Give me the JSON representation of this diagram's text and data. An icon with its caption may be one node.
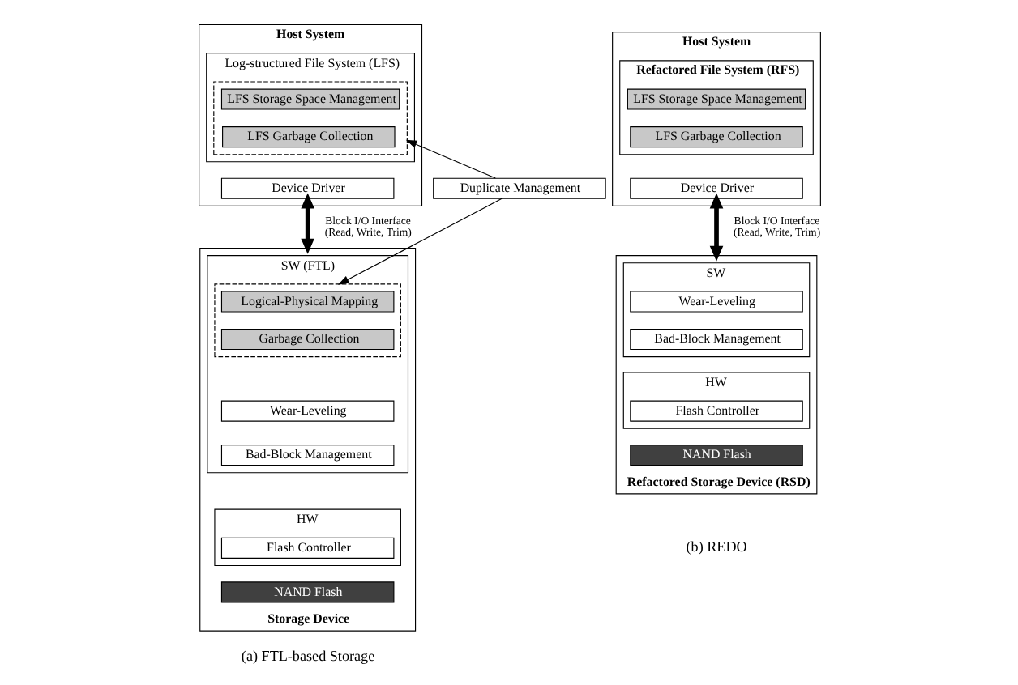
{
  "diagram": {
    "nodes": [
      {
        "text": [
          "Host System"
        ]
      },
      {
        "text": [
          "Log-structured File System (LFS)"
        ],
        "in": 0
      },
      {
        "text": [],
        "shape": "box",
        "in": 1
      },
      {
        "text": [
          "LFS Storage Space Management"
        ],
        "in": 2
      },
      {
        "text": [
          "LFS Garbage Collection"
        ],
        "in": 2
      },
      {
        "text": [
          "Device Driver"
        ],
        "in": 0
      },
      {
        "text": [
          "Duplicate Management"
        ]
      },
      {
        "text": [
          "Storage Device"
        ]
      },
      {
        "text": [
          "SW (FTL)"
        ],
        "in": 7
      },
      {
        "text": [],
        "shape": "box",
        "in": 8
      },
      {
        "text": [
          "Logical-Physical Mapping"
        ],
        "in": 9
      },
      {
        "text": [
          "Garbage Collection"
        ],
        "in": 9
      },
      {
        "text": [
          "Wear-Leveling"
        ],
        "in": 8
      },
      {
        "text": [
          "Bad-Block Management"
        ],
        "in": 8
      },
      {
        "text": [
          "HW"
        ],
        "in": 7
      },
      {
        "text": [
          "Flash Controller"
        ],
        "in": 14
      },
      {
        "text": [
          "NAND Flash"
        ],
        "in": 7
      },
      {
        "text": [
          "Host System"
        ]
      },
      {
        "text": [
          "Refactored File System (RFS)"
        ],
        "in": 17
      },
      {
        "text": [
          "LFS Storage Space Management"
        ],
        "in": 18
      },
      {
        "text": [
          "LFS Garbage Collection"
        ],
        "in": 18
      },
      {
        "text": [
          "Device Driver"
        ],
        "in": 17
      },
      {
        "text": [
          "Refactored Storage Device (RSD)"
        ]
      },
      {
        "text": [
          "SW"
        ],
        "in": 22
      },
      {
        "text": [
          "Wear-Leveling"
        ],
        "in": 23
      },
      {
        "text": [
          "Bad-Block Management"
        ],
        "in": 23
      },
      {
        "text": [
          "HW"
        ],
        "in": 22
      },
      {
        "text": [
          "Flash Controller"
        ],
        "in": 26
      },
      {
        "text": [
          "NAND Flash"
        ],
        "in": 22
      }
    ],
    "edges": [
      {
        "from": 5,
        "to": 7,
        "arrow": "both",
        "style": "thick",
        "label": "Block I/O Interface (Read, Write, Trim)"
      },
      {
        "from": 6,
        "to": 2,
        "arrow": "to"
      },
      {
        "from": 6,
        "to": 9,
        "arrow": "to"
      },
      {
        "from": 21,
        "to": 22,
        "arrow": "both",
        "style": "thick",
        "label": "Block I/O Interface (Read, Write, Trim)"
      }
    ],
    "labels": [
      "(a) FTL-based Storage",
      "(b) REDO"
    ]
  }
}
